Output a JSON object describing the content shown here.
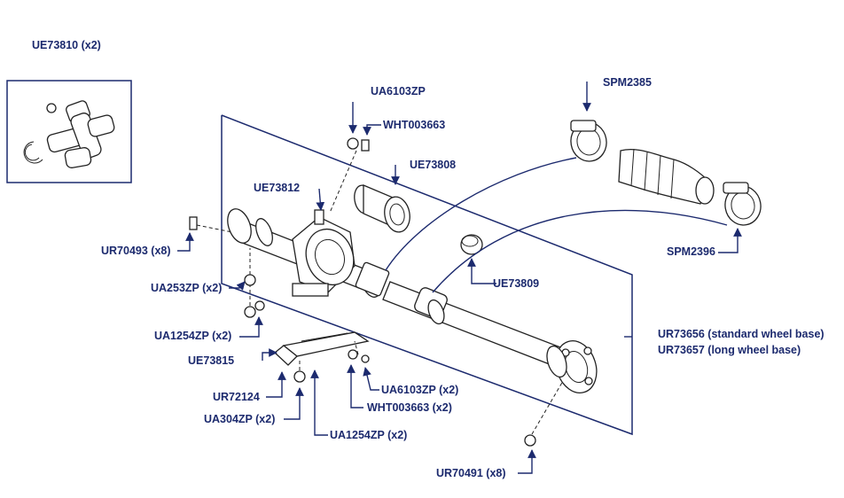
{
  "colors": {
    "label": "#1c2a6e",
    "line": "#1c2a6e",
    "drawing": "#222222"
  },
  "labels": {
    "ue73810": "UE73810 (x2)",
    "ua6103zp_top": "UA6103ZP",
    "wht003663_top": "WHT003663",
    "spm2385": "SPM2385",
    "ue73808": "UE73808",
    "ue73812": "UE73812",
    "ur70493": "UR70493 (x8)",
    "spm2396": "SPM2396",
    "ue73809": "UE73809",
    "ua253zp": "UA253ZP (x2)",
    "ua1254zp_left": "UA1254ZP (x2)",
    "ur73656": "UR73656 (standard wheel base)",
    "ur73657": "UR73657 (long wheel base)",
    "ue73815": "UE73815",
    "ua6103zp_x2": "UA6103ZP (x2)",
    "ur72124": "UR72124",
    "wht003663_x2": "WHT003663 (x2)",
    "ua304zp": "UA304ZP (x2)",
    "ua1254zp_bottom": "UA1254ZP (x2)",
    "ur70491": "UR70491 (x8)"
  }
}
